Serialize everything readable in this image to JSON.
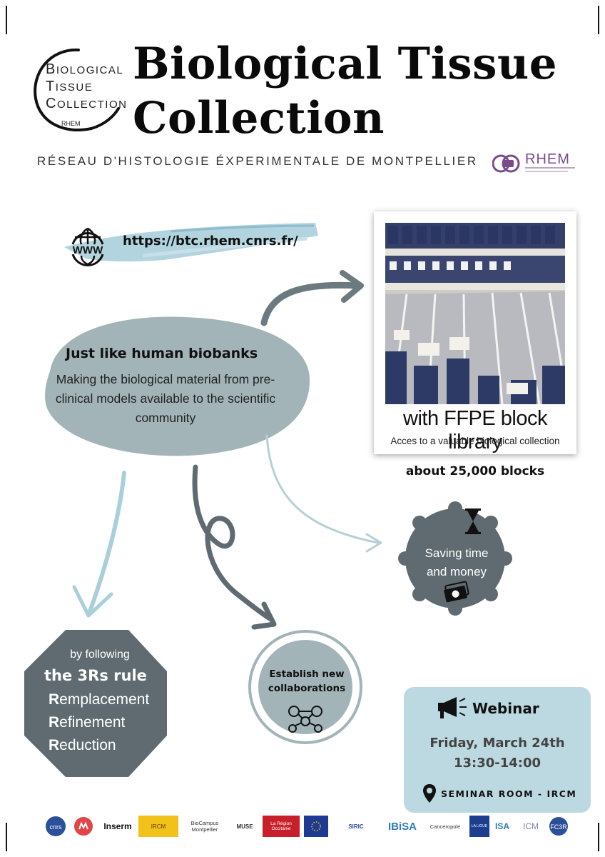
{
  "header": {
    "logo": {
      "line1_initial": "B",
      "line1_rest": "IOLOGICAL",
      "line2_initial": "T",
      "line2_rest": "ISSUE",
      "line3_initial": "C",
      "line3_rest": "OLLECTION",
      "rhem": "RHEM"
    },
    "title_line1": "Biological Tissue",
    "title_line2": "Collection",
    "subtitle": "RÉSEAU D'HISTOLOGIE ÉXPERIMENTALE DE MONTPELLIER",
    "rhem_logo_text": "RHEM"
  },
  "website": {
    "icon_text": "WWW",
    "url": "https://btc.rhem.cnrs.fr/"
  },
  "biobank": {
    "title": "Just like human biobanks",
    "description": "Making the biological material from pre-clinical models available to the scientific community"
  },
  "library": {
    "title": "with FFPE block library",
    "subtitle": "Acces to a valuable biological collection",
    "count": "about 25,000 blocks"
  },
  "saving": {
    "text_line1": "Saving time",
    "text_line2": "and money"
  },
  "rules": {
    "intro": "by following",
    "title": "the 3Rs rule",
    "items": [
      {
        "initial": "R",
        "rest": "emplacement"
      },
      {
        "initial": "R",
        "rest": "efinement"
      },
      {
        "initial": "R",
        "rest": "eduction"
      }
    ]
  },
  "collaborations": {
    "line1": "Establish new",
    "line2": "collaborations"
  },
  "webinar": {
    "label": "Webinar",
    "date": "Friday, March 24th",
    "time": "13:30-14:00",
    "room": "SEMINAR ROOM - IRCM"
  },
  "partners": [
    "cnrs",
    "Inserm",
    "BioCampus Montpellier",
    "MUSE",
    "La Région Occitanie",
    "SIRIC",
    "IBiSA",
    "Canceropole",
    "LA LIGUE",
    "ICM"
  ],
  "colors": {
    "accent_blue": "#a9cfdb",
    "bubble_grey": "#a3b4b8",
    "dark_grey": "#5f6b70",
    "webinar_bg": "#bcd9e2"
  }
}
